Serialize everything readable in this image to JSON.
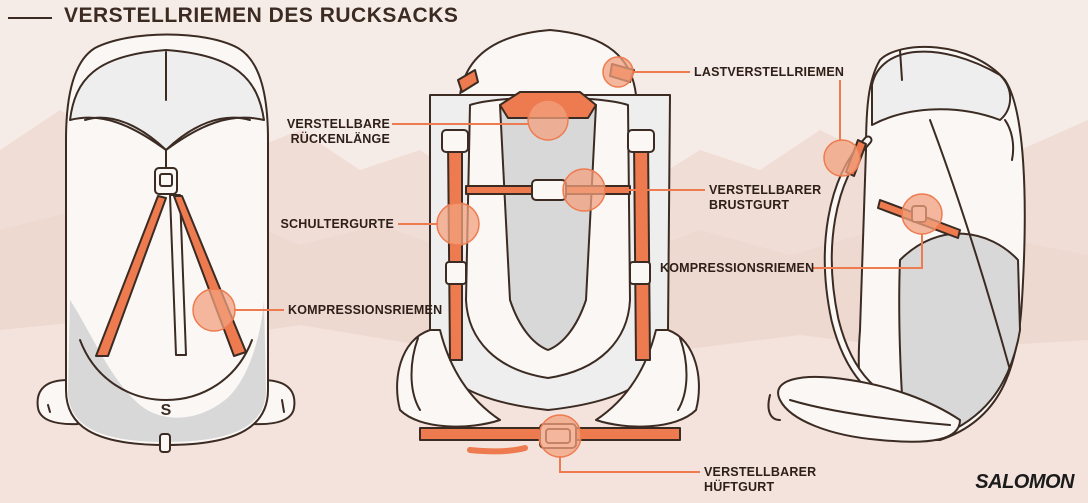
{
  "title": "VERSTELLRIEMEN DES RUCKSACKS",
  "brand": "SALOMON",
  "pack_logo": "S",
  "labels": {
    "lastverstellriemen": "LASTVERSTELLRIEMEN",
    "rueckenlaenge": [
      "VERSTELLBARE",
      "RÜCKENLÄNGE"
    ],
    "schultergurte": "SCHULTERGURTE",
    "kompressionsriemen_front": "KOMPRESSIONSRIEMEN",
    "brustgurt": [
      "VERSTELLBARER",
      "BRUSTGURT"
    ],
    "kompressionsriemen_side": "KOMPRESSIONSRIEMEN",
    "hueftgurt": [
      "VERSTELLBARER",
      "HÜFTGURT"
    ]
  },
  "colors": {
    "background": "#f6ece7",
    "mountain": "#ecd6cc",
    "outline": "#3b2b22",
    "strap": "#ee7b4f",
    "highlight": "#f2a27f",
    "pack_fill": "#faf7f5",
    "shade": "#d9d8d8"
  }
}
